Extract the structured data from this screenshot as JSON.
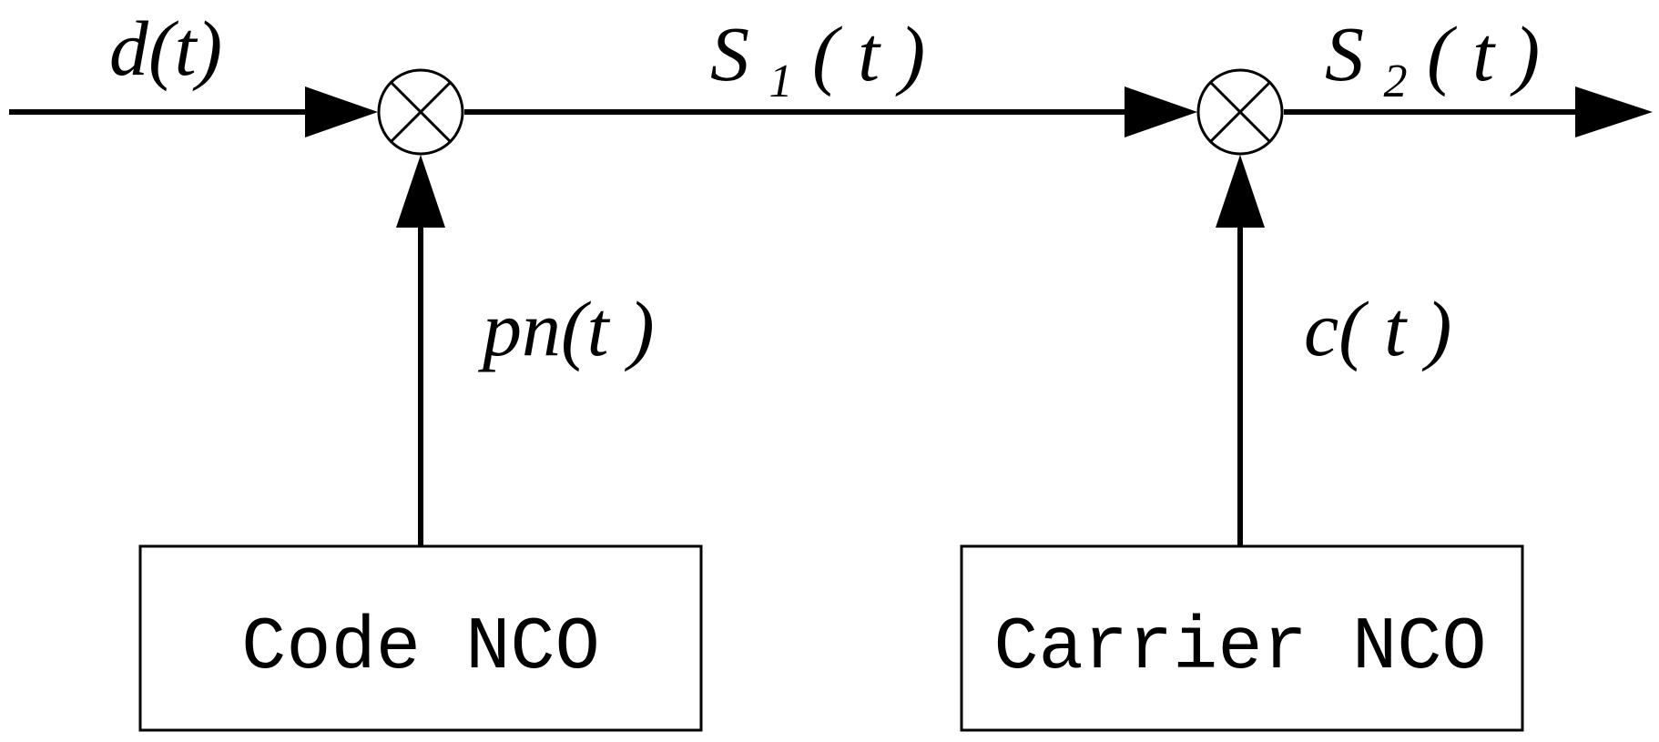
{
  "diagram": {
    "colors": {
      "stroke": "#000000",
      "background": "#ffffff"
    },
    "signals": {
      "input": {
        "base": "d(t)"
      },
      "s1": {
        "base": "S",
        "sub": "1",
        "rest": "( t )"
      },
      "s2": {
        "base": "S",
        "sub": "2",
        "rest": "( t )"
      },
      "pn": {
        "base": "pn(t )"
      },
      "carrier": {
        "base": "c( t )"
      }
    },
    "blocks": {
      "code_nco": {
        "label": "Code NCO"
      },
      "carrier_nco": {
        "label": "Carrier NCO"
      }
    },
    "mixers": {
      "mixer1": {
        "symbol": "multiplier"
      },
      "mixer2": {
        "symbol": "multiplier"
      }
    }
  }
}
